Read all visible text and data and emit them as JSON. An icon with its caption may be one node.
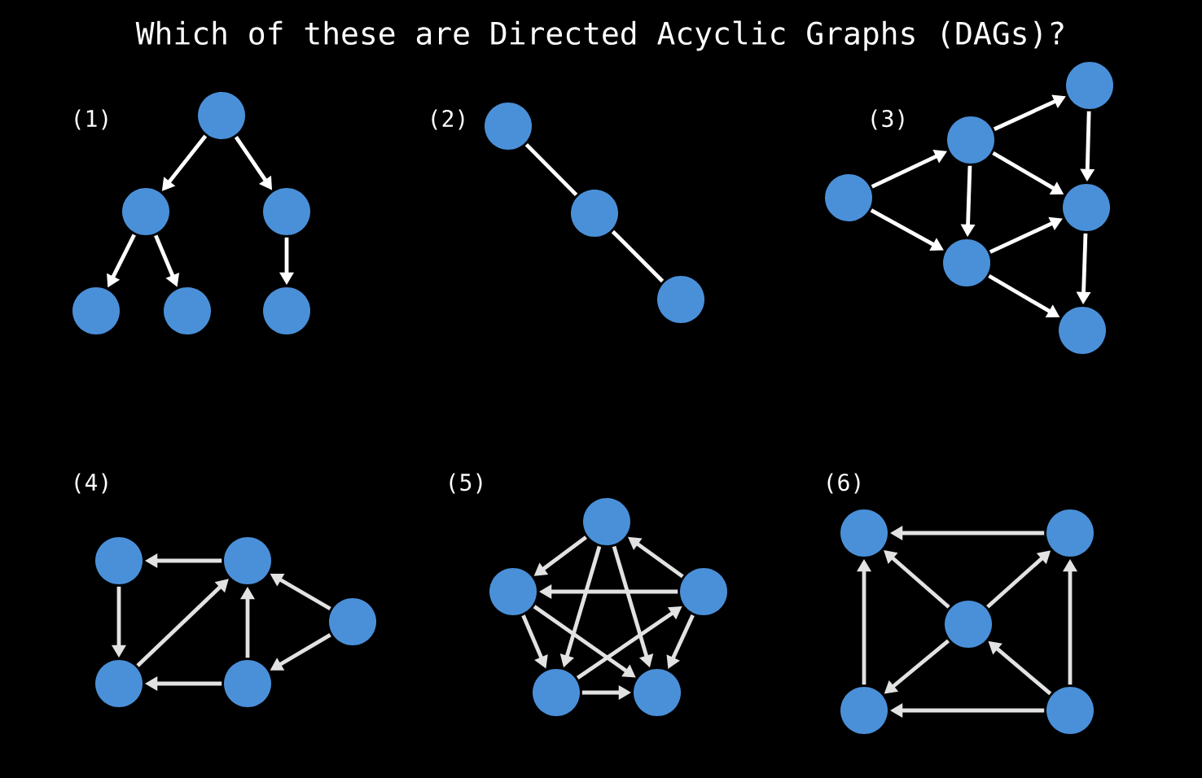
{
  "diagram": {
    "title": "Which of these are Directed Acyclic Graphs (DAGs)?",
    "nodes": [
      {
        "text": [],
        "shape": "circle"
      },
      {
        "text": [],
        "shape": "circle"
      },
      {
        "text": [],
        "shape": "circle"
      },
      {
        "text": [],
        "shape": "circle"
      },
      {
        "text": [],
        "shape": "circle"
      },
      {
        "text": [],
        "shape": "circle"
      },
      {
        "text": [],
        "shape": "circle"
      },
      {
        "text": [],
        "shape": "circle"
      },
      {
        "text": [],
        "shape": "circle"
      },
      {
        "text": [],
        "shape": "circle"
      },
      {
        "text": [],
        "shape": "circle"
      },
      {
        "text": [],
        "shape": "circle"
      },
      {
        "text": [],
        "shape": "circle"
      },
      {
        "text": [],
        "shape": "circle"
      },
      {
        "text": [],
        "shape": "circle"
      },
      {
        "text": [],
        "shape": "circle"
      },
      {
        "text": [],
        "shape": "circle"
      },
      {
        "text": [],
        "shape": "circle"
      },
      {
        "text": [],
        "shape": "circle"
      },
      {
        "text": [],
        "shape": "circle"
      },
      {
        "text": [],
        "shape": "circle"
      },
      {
        "text": [],
        "shape": "circle"
      },
      {
        "text": [],
        "shape": "circle"
      },
      {
        "text": [],
        "shape": "circle"
      },
      {
        "text": [],
        "shape": "circle"
      },
      {
        "text": [],
        "shape": "circle"
      },
      {
        "text": [],
        "shape": "circle"
      },
      {
        "text": [],
        "shape": "circle"
      },
      {
        "text": [],
        "shape": "circle"
      },
      {
        "text": [],
        "shape": "circle"
      }
    ],
    "edges": [
      {
        "from": 0,
        "to": 1,
        "arrow": "to",
        "color": "#ffffff"
      },
      {
        "from": 0,
        "to": 2,
        "arrow": "to",
        "color": "#ffffff"
      },
      {
        "from": 1,
        "to": 3,
        "arrow": "to",
        "color": "#ffffff"
      },
      {
        "from": 1,
        "to": 4,
        "arrow": "to",
        "color": "#ffffff"
      },
      {
        "from": 2,
        "to": 5,
        "arrow": "to",
        "color": "#ffffff"
      },
      {
        "from": 6,
        "to": 7,
        "arrow": "none",
        "color": "#ffffff"
      },
      {
        "from": 7,
        "to": 8,
        "arrow": "none",
        "color": "#ffffff"
      },
      {
        "from": 11,
        "to": 10,
        "arrow": "to",
        "color": "#ffffff"
      },
      {
        "from": 11,
        "to": 13,
        "arrow": "to",
        "color": "#ffffff"
      },
      {
        "from": 10,
        "to": 9,
        "arrow": "to",
        "color": "#ffffff"
      },
      {
        "from": 9,
        "to": 12,
        "arrow": "to",
        "color": "#ffffff"
      },
      {
        "from": 10,
        "to": 12,
        "arrow": "to",
        "color": "#ffffff"
      },
      {
        "from": 10,
        "to": 13,
        "arrow": "to",
        "color": "#ffffff"
      },
      {
        "from": 13,
        "to": 12,
        "arrow": "to",
        "color": "#ffffff"
      },
      {
        "from": 12,
        "to": 14,
        "arrow": "to",
        "color": "#ffffff"
      },
      {
        "from": 13,
        "to": 14,
        "arrow": "to",
        "color": "#ffffff"
      },
      {
        "from": 16,
        "to": 15,
        "arrow": "to"
      },
      {
        "from": 15,
        "to": 18,
        "arrow": "to"
      },
      {
        "from": 18,
        "to": 16,
        "arrow": "to"
      },
      {
        "from": 19,
        "to": 16,
        "arrow": "to"
      },
      {
        "from": 17,
        "to": 16,
        "arrow": "to"
      },
      {
        "from": 17,
        "to": 19,
        "arrow": "to"
      },
      {
        "from": 19,
        "to": 18,
        "arrow": "to"
      },
      {
        "from": 20,
        "to": 21,
        "arrow": "to"
      },
      {
        "from": 20,
        "to": 23,
        "arrow": "to"
      },
      {
        "from": 20,
        "to": 24,
        "arrow": "to"
      },
      {
        "from": 22,
        "to": 20,
        "arrow": "to"
      },
      {
        "from": 22,
        "to": 21,
        "arrow": "to"
      },
      {
        "from": 21,
        "to": 23,
        "arrow": "to"
      },
      {
        "from": 21,
        "to": 24,
        "arrow": "to"
      },
      {
        "from": 23,
        "to": 22,
        "arrow": "to"
      },
      {
        "from": 22,
        "to": 24,
        "arrow": "to"
      },
      {
        "from": 23,
        "to": 24,
        "arrow": "to"
      },
      {
        "from": 26,
        "to": 25,
        "arrow": "to"
      },
      {
        "from": 27,
        "to": 25,
        "arrow": "to"
      },
      {
        "from": 27,
        "to": 26,
        "arrow": "to"
      },
      {
        "from": 28,
        "to": 25,
        "arrow": "to"
      },
      {
        "from": 29,
        "to": 26,
        "arrow": "to"
      },
      {
        "from": 27,
        "to": 28,
        "arrow": "to"
      },
      {
        "from": 29,
        "to": 27,
        "arrow": "to"
      },
      {
        "from": 29,
        "to": 28,
        "arrow": "to"
      }
    ],
    "labels": [
      "(1)",
      "(2)",
      "(3)",
      "(4)",
      "(5)",
      "(6)"
    ]
  }
}
